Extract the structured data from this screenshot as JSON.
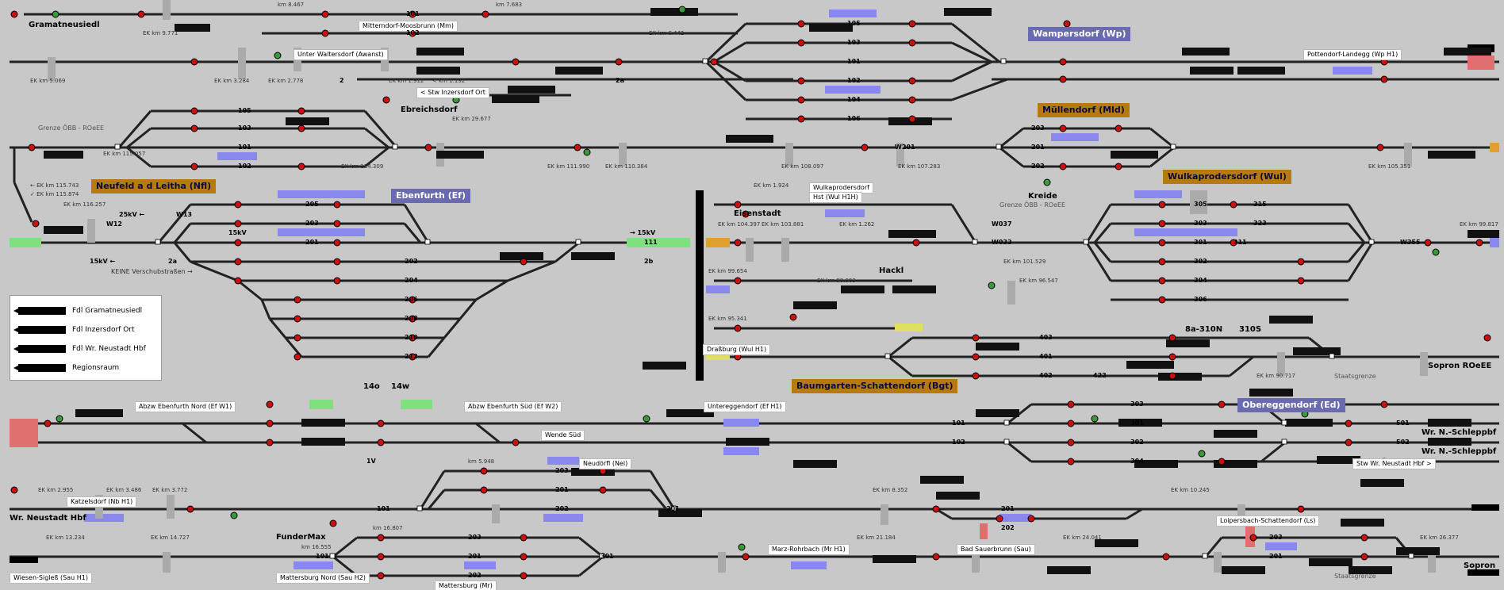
{
  "stations": {
    "gramatneusiedl": "Gramatneusiedl",
    "unter_waltersdorf": "Unter Waltersdorf (Awanst)",
    "mitterndorf": "Mitterndorf-Moosbrunn (Mm)",
    "stw_inzersdorf": "< Stw Inzersdorf Ort",
    "ebreichsdorf": "Ebreichsdorf",
    "grenze_oebb": "Grenze ÖBB - ROeEE",
    "neufeld": "Neufeld a d Leitha (Nfl)",
    "ebenfurth": "Ebenfurth (Ef)",
    "wampersdorf": "Wampersdorf (Wp)",
    "pottendorf": "Pottendorf-Landegg (Wp H1)",
    "muellendorf": "Müllendorf (Mld)",
    "wulkaprodersdorf": "Wulkaprodersdorf (Wul)",
    "wulk_hst": "Wulkaprodersdorf",
    "wulk_hst2": "Hst (Wul H1H)",
    "kreide": "Kreide",
    "grenze2": "Grenze ÖBB - ROeEE",
    "eisenstadt": "Eisenstadt",
    "hackl": "Hackl",
    "drassburg": "Draßburg (Wul H1)",
    "baumgarten": "Baumgarten-Schattendorf (Bgt)",
    "sopron_roeee": "Sopron ROeEE",
    "staatsgrenze": "Staatsgrenze",
    "abzw_ef_nord": "Abzw Ebenfurth Nord (Ef W1)",
    "abzw_ef_sued": "Abzw Ebenfurth Süd (Ef W2)",
    "untereggendorf": "Untereggendorf (Ef H1)",
    "wende_sued": "Wende Süd",
    "obereggendorf": "Obereggendorf (Ed)",
    "wr_schleppbf1": "Wr. N.-Schleppbf",
    "wr_schleppbf2": "Wr. N.-Schleppbf",
    "stw_wr_neustadt": "Stw Wr. Neustadt Hbf >",
    "neudoerfl": "Neudörfl (Nel)",
    "katzelsdorf": "Katzelsdorf (Nb H1)",
    "wr_neustadt": "Wr. Neustadt Hbf",
    "fundermax": "FunderMax",
    "mattersburg_nord": "Mattersburg Nord (Sau H2)",
    "mattersburg": "Mattersburg (Mr)",
    "marz": "Marz-Rohrbach (Mr H1)",
    "bad_sauerbrunn": "Bad Sauerbrunn (Sau)",
    "loipersbach": "Loipersbach-Schattendorf (Ls)",
    "wiesen": "Wiesen-Sigleß (Sau H1)",
    "sopron": "Sopron",
    "staatsgrenze2": "Staatsgrenze",
    "keine": "KEINE Verschubstraßen →",
    "a14o": "14o",
    "a14w": "14w",
    "a8a": "8a-310N",
    "a310s": "310S"
  },
  "ek_labels": {
    "e1": "EK km 9.771",
    "e2": "km 8.467",
    "e3": "km 7.683",
    "e4": "EK km 6.442",
    "e5": "EK km 5.069",
    "e6": "EK km 3.284",
    "e7": "EK km 2.778",
    "e8": "EK km 1.912",
    "e9": "< km 1.192",
    "e10": "EK km 29.677",
    "e11": "EK km 115.057",
    "e12": "EK km 114.309",
    "e13": "EK km 111.990",
    "e14": "EK km 110.384",
    "e15": "EK km 108.097",
    "e16": "EK km 107.283",
    "e17": "EK km 105.351",
    "e18": "← EK km 115.743",
    "e19": "✓ EK km 115.874",
    "e20": "EK km 116.257",
    "e21": "EK km 1.924",
    "e22": "EK km 104.397",
    "e23": "EK km 103.881",
    "e24": "EK km 1.262",
    "e25": "EK km 101.529",
    "e26": "EK km 99.817",
    "e27": "EK km 99.654",
    "e28": "EK km 98.003",
    "e29": "EK km 96.547",
    "e30": "EK km 95.341",
    "e31": "EK km 90.717",
    "e32": "EK km 2.955",
    "e33": "EK km 3.486",
    "e34": "EK km 3.772",
    "e35": "EK km 13.234",
    "e36": "EK km 14.727",
    "e37": "km 16.807",
    "e38": "km 16.555",
    "e39": "km 5.948",
    "e40": "EK km 8.352",
    "e41": "EK km 21.184",
    "e42": "EK km 24.041",
    "e43": "EK km 10.245",
    "e44": "EK km 26.377"
  },
  "track_numbers": {
    "t101a": "101",
    "t102a": "102",
    "t101b": "101",
    "t102b": "102",
    "t105a": "105",
    "t103a": "103",
    "t104a": "104",
    "t106a": "106",
    "t201a": "201",
    "t202a": "202",
    "t203a": "203",
    "t205": "205",
    "t203": "203",
    "t201": "201",
    "t202": "202",
    "t204": "204",
    "t206": "206",
    "t208": "208",
    "t210": "210",
    "t212": "212",
    "t111": "111",
    "t305": "305",
    "t303": "303",
    "t301": "301",
    "t311": "311",
    "t302": "302",
    "t304": "304",
    "t306": "306",
    "t315": "315",
    "t323": "323",
    "t403": "403",
    "t401": "401",
    "t402": "402",
    "t422": "422",
    "t303b": "303",
    "t301b": "301",
    "t302b": "302",
    "t304b": "304",
    "t501": "501",
    "t502": "502",
    "t101c": "101",
    "t102c": "102",
    "t203c": "203",
    "t201c": "201",
    "t202c": "202",
    "t101d": "101",
    "t301d": "301",
    "t201d": "201",
    "t202d": "202",
    "t203d": "203",
    "t201e": "201",
    "t301e": "301",
    "t101e": "101",
    "t202e": "202",
    "t203e": "203",
    "t201f": "201",
    "w12": "W12",
    "w13": "W13",
    "w201": "W201",
    "w037": "W037",
    "w033": "W033",
    "w355": "W355",
    "s2": "2",
    "s2a": "2a",
    "s2b": "2b",
    "s15kv": "15kV",
    "s25kv": "25kV ←",
    "s15kv2": "→ 15kV",
    "s15kv3": "15kV ←",
    "s1v": "1V"
  },
  "legend": {
    "l1": "Fdl Gramatneusiedl",
    "l2": "Fdl Inzersdorf Ort",
    "l3": "Fdl Wr. Neustadt Hbf",
    "l4": "Regionsraum"
  },
  "colors": {
    "background": "#c8c8c8",
    "track": "#222222",
    "signal_red": "#cc1010",
    "signal_green": "#3a9a3a",
    "box_orange": "#b8790e",
    "box_blue": "#6a6ab0",
    "highlight_blue": "#8888ee",
    "highlight_green": "#80e080",
    "highlight_red": "#e07070",
    "highlight_yellow": "#e0e060"
  }
}
